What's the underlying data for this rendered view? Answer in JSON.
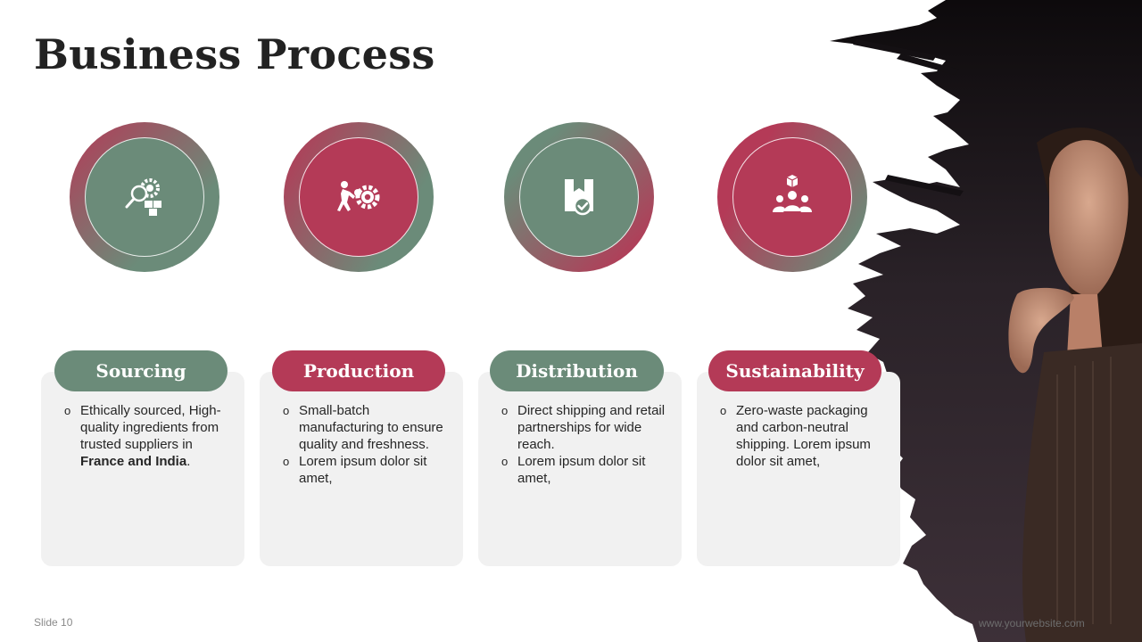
{
  "slide": {
    "title": "Business Process",
    "slide_number": "Slide 10",
    "website": "www.yourwebsite.com"
  },
  "colors": {
    "green": "#6b8b79",
    "red": "#b43a57",
    "card_bg": "#f1f1f1",
    "dark_bg": "#1a1418"
  },
  "steps": [
    {
      "title": "Sourcing",
      "icon": "magnifier-gear-boxes-icon",
      "bullets": [
        {
          "text": "Ethically sourced, High-quality ingredients from trusted suppliers in ",
          "bold": "France and India",
          "tail": "."
        }
      ]
    },
    {
      "title": "Production",
      "icon": "person-pushing-gears-icon",
      "bullets": [
        {
          "text": "Small-batch manufacturing to ensure quality and freshness."
        },
        {
          "text": "Lorem ipsum dolor sit amet,"
        }
      ]
    },
    {
      "title": "Distribution",
      "icon": "package-check-icon",
      "bullets": [
        {
          "text": "Direct shipping and retail partnerships for wide reach."
        },
        {
          "text": "Lorem ipsum dolor sit amet,"
        }
      ]
    },
    {
      "title": "Sustainability",
      "icon": "team-with-box-icon",
      "bullets": [
        {
          "text": "Zero-waste packaging and carbon-neutral shipping. Lorem ipsum dolor sit amet,"
        }
      ]
    }
  ]
}
